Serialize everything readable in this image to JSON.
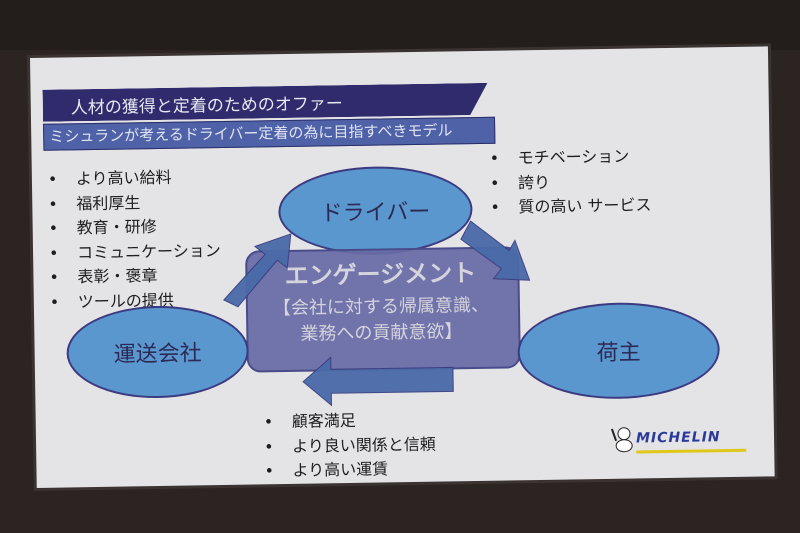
{
  "slide": {
    "title": "人材の獲得と定着のためのオファー",
    "subtitle": "ミシュランが考えるドライバー定着の為に目指すべきモデル",
    "left_bullets": [
      "より高い給料",
      "福利厚生",
      "教育・研修",
      "コミュニケーション",
      "表彰・褒章",
      "ツールの提供"
    ],
    "right_bullets": [
      "モチベーション",
      "誇り",
      "質の高い サービス"
    ],
    "bottom_bullets": [
      "顧客満足",
      "より良い関係と信頼",
      "より高い運賃"
    ],
    "nodes": {
      "driver": "ドライバー",
      "company": "運送会社",
      "shipper": "荷主"
    },
    "center": {
      "title": "エンゲージメント",
      "line1": "【会社に対する帰属意識、",
      "line2": "業務への貢献意欲】"
    },
    "logo": "MICHELIN"
  },
  "colors": {
    "title_bar": "#302b6d",
    "subtitle_bar": "#4f62a8",
    "ellipse": "#5a97cf",
    "center_box": "#686aa6",
    "arrow": "#4a6aa8"
  }
}
